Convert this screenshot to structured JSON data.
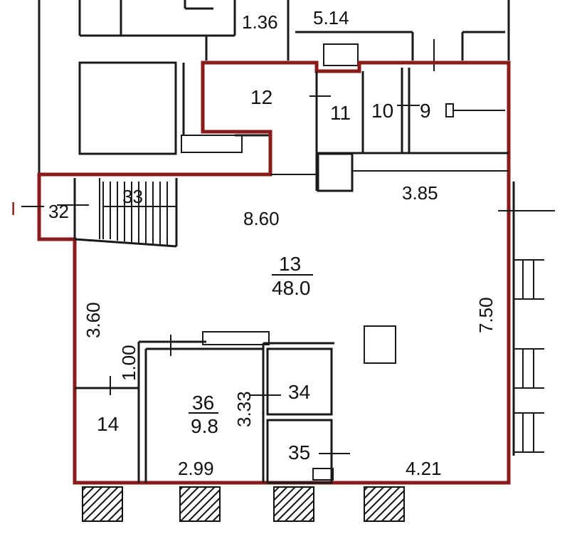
{
  "labels": {
    "top_dim_a": "1.36",
    "top_dim_b": "5.14",
    "room_12": "12",
    "room_11": "11",
    "room_10": "10",
    "room_9": "9",
    "dim_385": "3.85",
    "room_32": "32",
    "room_33": "33",
    "dim_860": "8.60",
    "room_13_num": "13",
    "room_13_area": "48.0",
    "dim_360": "3.60",
    "dim_750": "7.50",
    "dim_100": "1.00",
    "room_14": "14",
    "room_36_num": "36",
    "room_36_area": "9.8",
    "dim_333": "3.33",
    "room_34": "34",
    "room_35": "35",
    "dim_299": "2.99",
    "dim_421": "4.21",
    "section_mark": "I"
  },
  "colors": {
    "highlight": "#8b1a1a",
    "walls": "#1a1a1a"
  }
}
